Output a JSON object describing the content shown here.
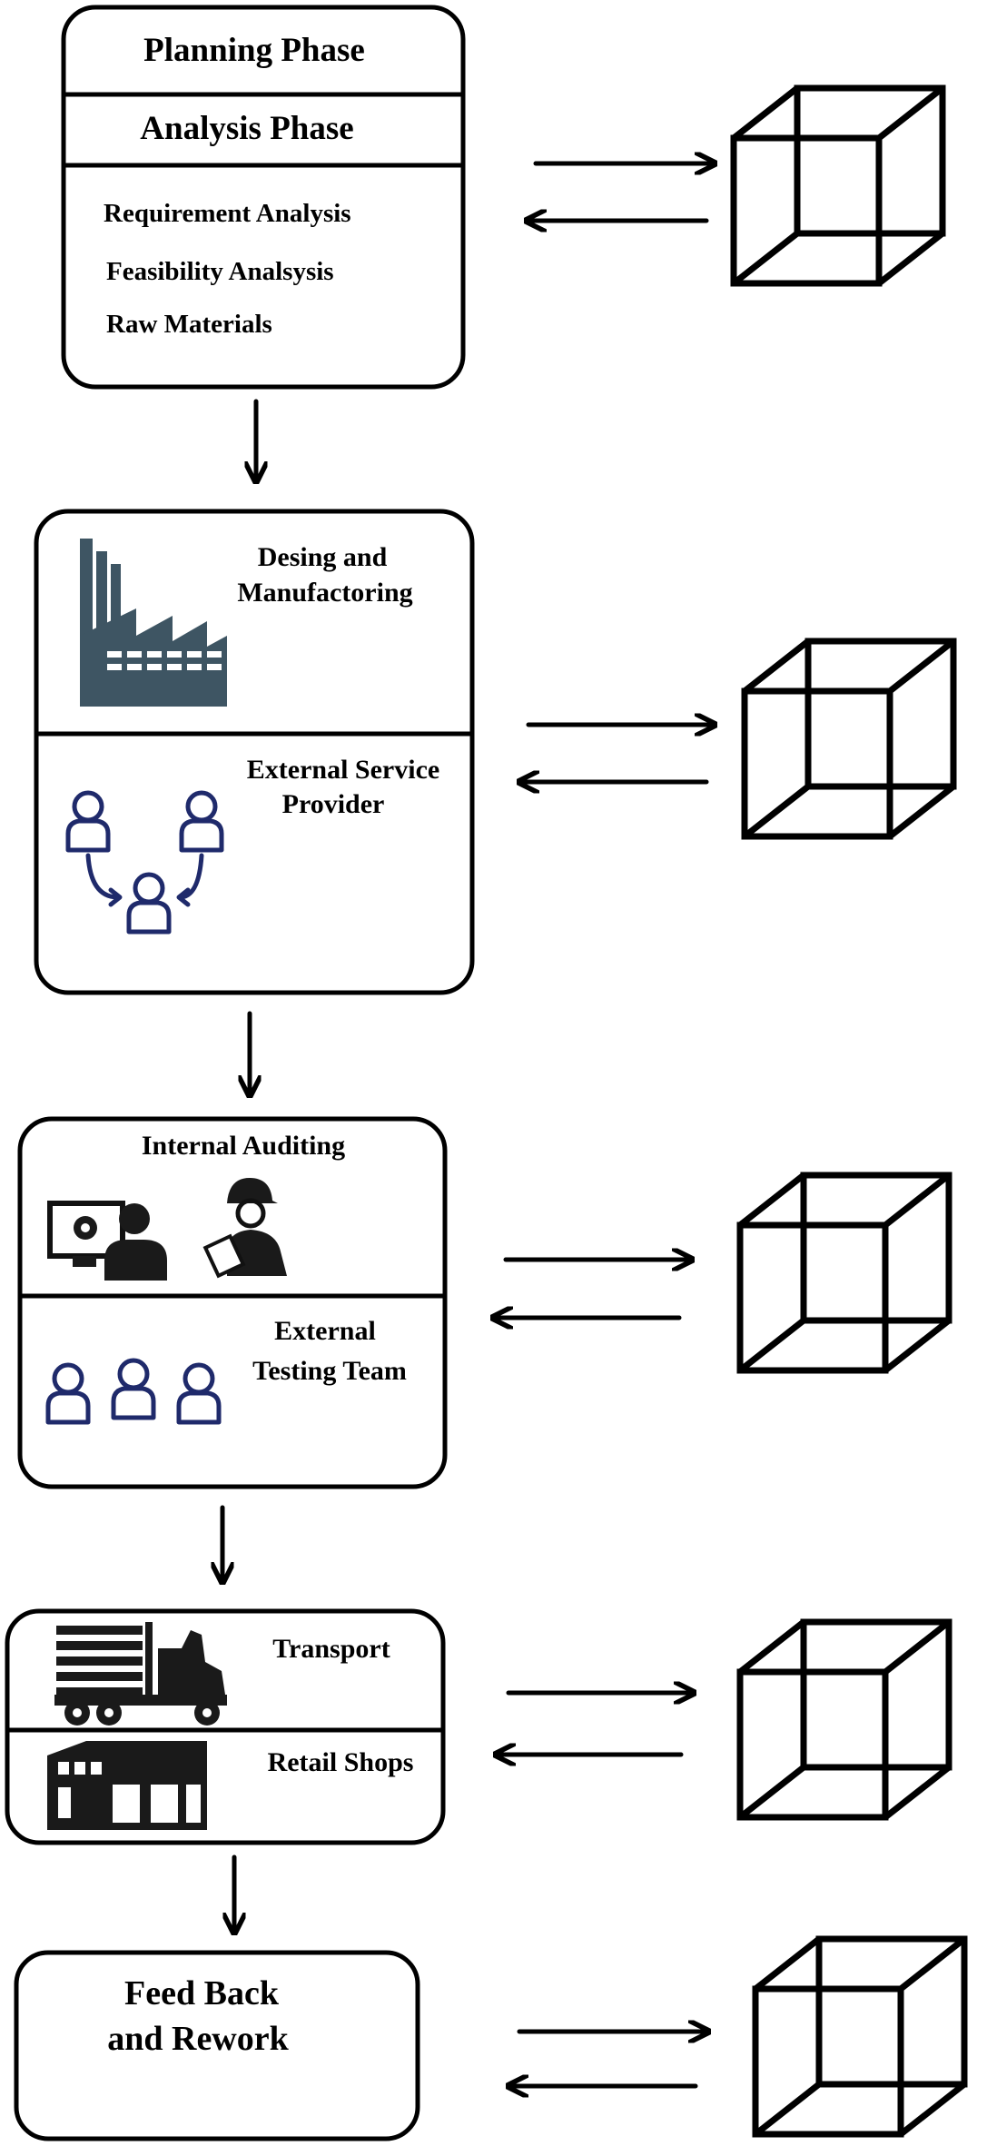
{
  "stage1": {
    "planning": "Planning Phase",
    "analysis": "Analysis Phase",
    "items": [
      "Requirement Analysis",
      "Feasibility Analsysis",
      "Raw Materials"
    ]
  },
  "stage2": {
    "design_line1": "Desing and",
    "design_line2": "Manufactoring",
    "external_line1": "External Service",
    "external_line2": "Provider"
  },
  "stage3": {
    "internal": "Internal Auditing",
    "testing_line1": "External",
    "testing_line2": "Testing Team"
  },
  "stage4": {
    "transport": "Transport",
    "retail": "Retail Shops"
  },
  "stage5": {
    "line1": "Feed Back",
    "line2": "and Rework"
  },
  "icons": {
    "factory": "factory-icon",
    "people_cycle": "people-cycle-icon",
    "computer_user": "computer-user-icon",
    "inspector": "inspector-icon",
    "team": "team-icon",
    "truck": "truck-icon",
    "building": "building-icon",
    "cube": "cube-icon"
  },
  "colors": {
    "people_outline": "#1f2a6b",
    "factory": "#3e5563"
  }
}
